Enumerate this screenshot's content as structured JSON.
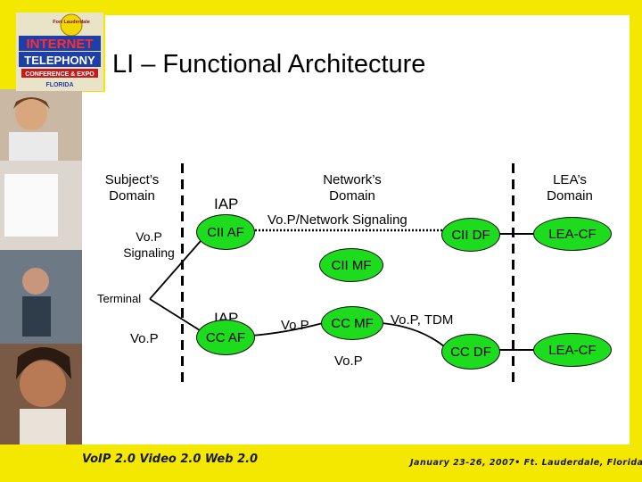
{
  "slide": {
    "title": "LI – Functional Architecture",
    "logo": {
      "top_text": "Fort Lauderdale",
      "line1": "INTERNET",
      "line2": "TELEPHONY",
      "line3": "CONFERENCE & EXPO",
      "line4": "FLORIDA"
    },
    "footer_left": "VoIP 2.0   Video 2.0   Web 2.0",
    "footer_right": "January 23-26, 2007• Ft. Lauderdale, Florida"
  },
  "diagram": {
    "subject_domain": "Subject’s\nDomain",
    "network_domain": "Network’s\nDomain",
    "lea_domain": "LEA’s\nDomain",
    "vop_signaling": "Vo.P\nSignaling",
    "terminal": "Terminal",
    "vop_terminal": "Vo.P",
    "iap_top": "IAP",
    "cii_af": "CII AF",
    "vop_network_signaling": "Vo.P/Network Signaling",
    "cii_df": "CII DF",
    "lea_cf_top": "LEA-CF",
    "cii_mf": "CII MF",
    "iap_bottom": "IAP",
    "cc_af": "CC AF",
    "vop_cc_left": "Vo.P",
    "cc_mf": "CC MF",
    "vop_tdm": "Vo.P, TDM",
    "cc_df": "CC DF",
    "lea_cf_bottom": "LEA-CF",
    "vop_under_ccmf": "Vo.P"
  },
  "colors": {
    "background": "#f5e800",
    "node_fill": "#1ddc1d",
    "node_border": "#0a0a0a"
  }
}
